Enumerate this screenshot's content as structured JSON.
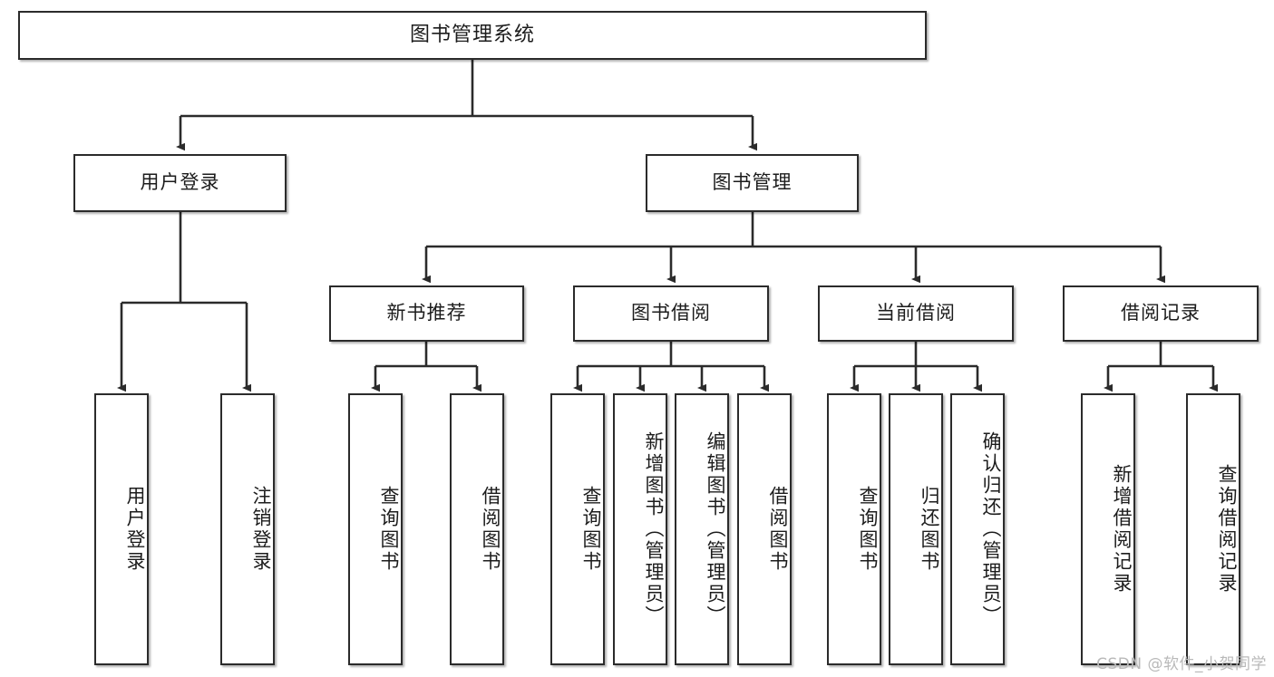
{
  "diagram": {
    "title": "图书管理系统",
    "watermark": "CSDN @软件_小贺同学",
    "colors": {
      "background": "#ffffff",
      "box_border": "#2b2b2b",
      "box_fill": "#ffffff",
      "connector": "#2b2b2b",
      "watermark": "#b9b9b9"
    },
    "root": {
      "label": "图书管理系统"
    },
    "level1": [
      {
        "label": "用户登录"
      },
      {
        "label": "图书管理"
      }
    ],
    "level2": [
      {
        "label": "新书推荐"
      },
      {
        "label": "图书借阅"
      },
      {
        "label": "当前借阅"
      },
      {
        "label": "借阅记录"
      }
    ],
    "leaves": {
      "user_login": [
        {
          "label": "用户登录"
        },
        {
          "label": "注销登录"
        }
      ],
      "new_book": [
        {
          "label": "查询图书"
        },
        {
          "label": "借阅图书"
        }
      ],
      "book_borrow": [
        {
          "label": "查询图书"
        },
        {
          "label": "新增图书（管理员）"
        },
        {
          "label": "编辑图书（管理员）"
        },
        {
          "label": "借阅图书"
        }
      ],
      "current_borrow": [
        {
          "label": "查询图书"
        },
        {
          "label": "归还图书"
        },
        {
          "label": "确认归还（管理员）"
        }
      ],
      "borrow_record": [
        {
          "label": "新增借阅记录"
        },
        {
          "label": "查询借阅记录"
        }
      ]
    }
  }
}
